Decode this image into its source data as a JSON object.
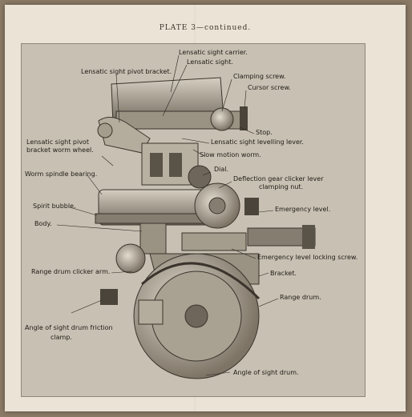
{
  "page": {
    "title": "PLATE 3—continued."
  },
  "labels": {
    "carrier": "Lensatic sight carrier.",
    "sight": "Lensatic sight.",
    "pivot_bracket": "Lensatic sight pivot bracket.",
    "clamping_screw": "Clamping screw.",
    "cursor_screw": "Cursor screw.",
    "stop": "Stop.",
    "levelling_lever": "Lensatic sight levelling lever.",
    "worm_wheel_1": "Lensatic sight pivot",
    "worm_wheel_2": "bracket worm wheel.",
    "slow_motion": "Slow motion worm.",
    "dial": "Dial.",
    "deflection_1": "Deflection gear clicker lever",
    "deflection_2": "clamping nut.",
    "spindle_bearing": "Worm spindle bearing.",
    "spirit_bubble": "Spirit bubble.",
    "emergency_level": "Emergency level.",
    "body": "Body.",
    "locking_screw": "Emergency level locking screw.",
    "clicker_arm": "Range drum clicker arm.",
    "bracket": "Bracket.",
    "range_drum": "Range drum.",
    "friction_1": "Angle of sight drum friction",
    "friction_2": "clamp.",
    "angle_drum": "Angle of sight drum."
  }
}
